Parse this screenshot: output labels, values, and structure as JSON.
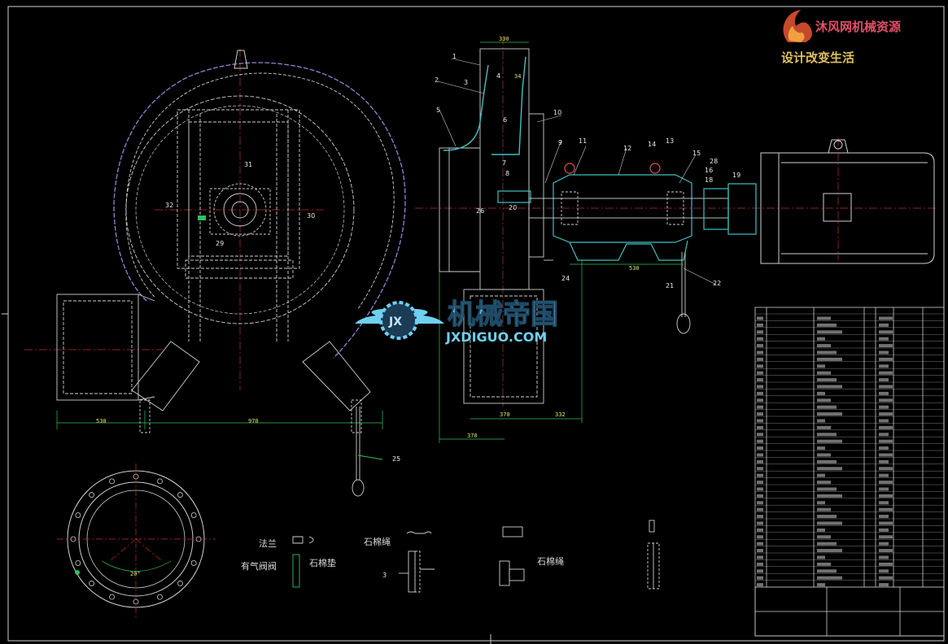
{
  "colors": {
    "background": "#000000",
    "outline": "#cfcfcf",
    "centerline": "#c03030",
    "dimension": "#30c060",
    "dim_text": "#dfe36a",
    "casing": "#9a7fd0",
    "shaft": "#40c0c0",
    "watermark": "#6fd0f0",
    "logo_red": "#e0506a",
    "logo_yellow": "#e0c060"
  },
  "logo": {
    "site_name": "沐风网机械资源",
    "slogan": "设计改变生活"
  },
  "watermark": {
    "brand_cn": "机械帝国",
    "brand_url": "JXDIGUO.COM",
    "badge": "JX"
  },
  "front_view": {
    "dims": [
      "530",
      "970"
    ],
    "part_labels": [
      "31",
      "32",
      "30",
      "29",
      "25"
    ]
  },
  "side_view": {
    "dims": [
      "330",
      "34",
      "370",
      "370",
      "332",
      "530"
    ],
    "part_labels": [
      "1",
      "2",
      "3",
      "4",
      "5",
      "6",
      "7",
      "8",
      "9",
      "10",
      "11",
      "12",
      "13",
      "14",
      "15",
      "16",
      "18",
      "19",
      "20",
      "21",
      "22",
      "24",
      "26",
      "28"
    ]
  },
  "flange_view": {
    "dims": [
      "20°"
    ]
  },
  "detail_notes": {
    "note1": "法兰",
    "note2": "有气阀阀",
    "note3": "石棉垫",
    "note4": "石棉绳",
    "note5": "石棉绳",
    "ref": "3"
  }
}
